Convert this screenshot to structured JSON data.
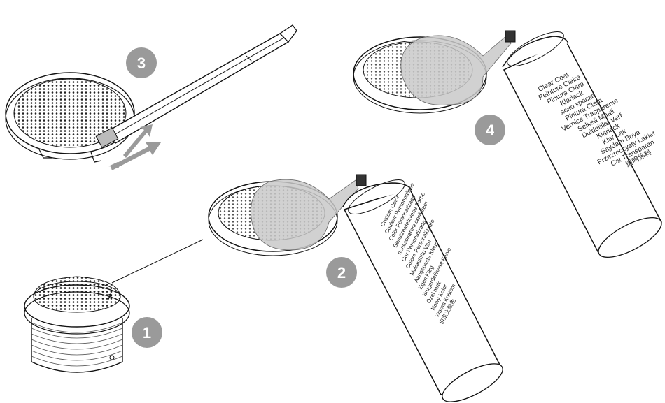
{
  "steps": [
    {
      "number": "1"
    },
    {
      "number": "2"
    },
    {
      "number": "3"
    },
    {
      "number": "4"
    }
  ],
  "can_custom": {
    "labels": [
      "Custom Color",
      "Couleur Personnalisée",
      "Color Personalizado",
      "Benutzerdefinierte Farbe",
      "пользовательский цвет",
      "Cor Personalizada",
      "Colore Personalizzato",
      "Mukautettu Väri",
      "Aangepaste Kleur",
      "Egen Färg",
      "Brugerdefineret Farve",
      "Özel renk",
      "Nowy Kolor",
      "Warna Kustom",
      "自定义颜色"
    ]
  },
  "can_clear": {
    "labels": [
      "Clear Coat",
      "Peinture Claire",
      "Pintura Clara",
      "Klarlack",
      "ясно краска",
      "Pintura Clara",
      "Vernice Trasparente",
      "Selkeä Maali",
      "Duidelijke Verf",
      "Klarlack",
      "Klar Lak",
      "Saydam Boya",
      "Przezroczysty Lakier",
      "Cat Transparan",
      "透明涂料"
    ]
  },
  "colors": {
    "badge": "#9a9a9a",
    "mist": "#c9c9c9",
    "line": "#111111"
  }
}
